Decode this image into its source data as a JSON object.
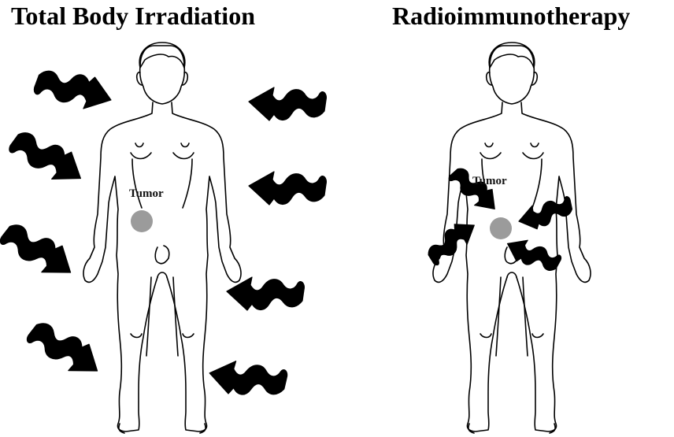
{
  "panels": [
    {
      "title": "Total Body Irradiation",
      "tumor_label": "Tumor"
    },
    {
      "title": "Radioimmunotherapy",
      "tumor_label": "Tumor"
    }
  ],
  "colors": {
    "tumor": "#9b9b9b",
    "arrow": "#000000",
    "outline": "#000000"
  },
  "icons": [
    "human-body-outline",
    "wavy-radiation-arrow",
    "tumor-circle"
  ]
}
